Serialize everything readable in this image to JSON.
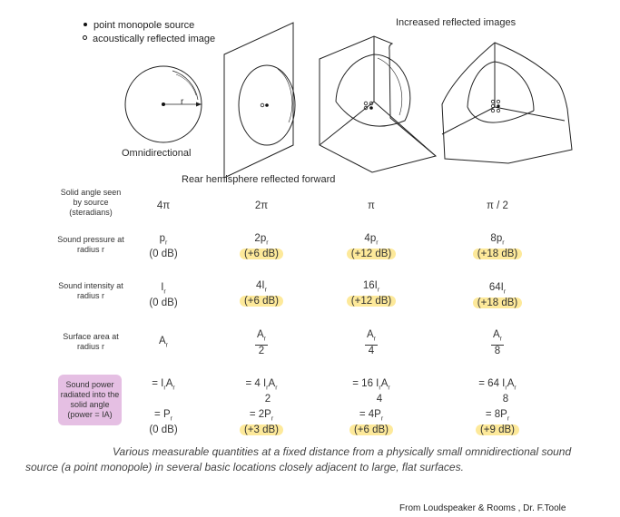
{
  "legend": {
    "monopole": "point monopole source",
    "reflected": "acoustically reflected image"
  },
  "figure_labels": {
    "increased": "Increased reflected images",
    "r_label": "r",
    "omni": "Omnidirectional",
    "rear": "Rear hemisphere reflected forward"
  },
  "row_labels": {
    "solid_angle": "Solid angle seen by source (steradians)",
    "pressure": "Sound pressure at radius r",
    "intensity": "Sound intensity at radius r",
    "surface": "Surface area at radius r",
    "power": "Sound power radiated into the solid angle (power = IA)"
  },
  "columns": [
    {
      "solid_angle": "4π",
      "pressure": "pr",
      "pressure_db": "(0 dB)",
      "intensity": "Ir",
      "intensity_db": "(0 dB)",
      "area_num": "Ar",
      "area_den": "",
      "power_eq_a": "= IrAr",
      "power_eq_den": "",
      "power_p": "= Pr",
      "power_db": "(0 dB)"
    },
    {
      "solid_angle": "2π",
      "pressure": "2pr",
      "pressure_db": "(+6 dB)",
      "intensity": "4Ir",
      "intensity_db": "(+6 dB)",
      "area_num": "Ar",
      "area_den": "2",
      "power_eq_a": "= 4 IrAr",
      "power_eq_den": "2",
      "power_p": "= 2Pr",
      "power_db": "(+3 dB)"
    },
    {
      "solid_angle": "π",
      "pressure": "4pr",
      "pressure_db": "(+12 dB)",
      "intensity": "16Ir",
      "intensity_db": "(+12 dB)",
      "area_num": "Ar",
      "area_den": "4",
      "power_eq_a": "= 16 IrAr",
      "power_eq_den": "4",
      "power_p": "= 4Pr",
      "power_db": "(+6 dB)"
    },
    {
      "solid_angle": "π / 2",
      "pressure": "8pr",
      "pressure_db": "(+18 dB)",
      "intensity": "64Ir",
      "intensity_db": "(+18 dB)",
      "area_num": "Ar",
      "area_den": "8",
      "power_eq_a": "= 64 IrAr",
      "power_eq_den": "8",
      "power_p": "= 8Pr",
      "power_db": "(+9 dB)"
    }
  ],
  "caption": "Various measurable quantities at a fixed distance from a physically small omnidirectional sound source (a point monopole) in several basic locations closely adjacent to large, flat surfaces.",
  "credit": "From Loudspeaker & Rooms , Dr. F.Toole",
  "colors": {
    "highlight": "#fde99a",
    "power_box": "#e5bfe3"
  }
}
